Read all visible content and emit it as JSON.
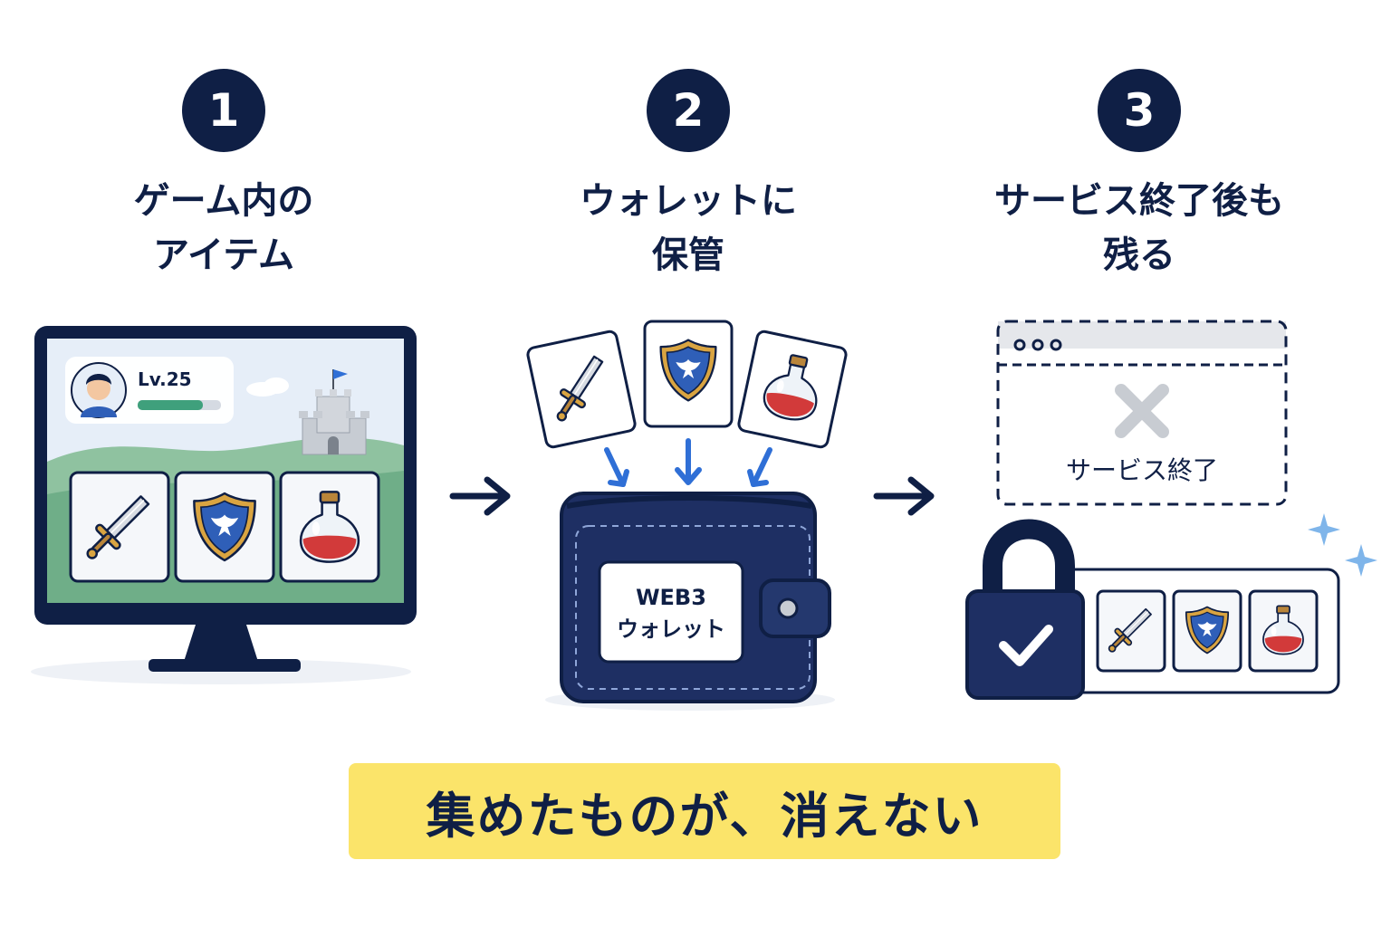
{
  "steps": [
    {
      "number": "1",
      "title_line1": "ゲーム内の",
      "title_line2": "アイテム"
    },
    {
      "number": "2",
      "title_line1": "ウォレットに",
      "title_line2": "保管"
    },
    {
      "number": "3",
      "title_line1": "サービス終了後も",
      "title_line2": "残る"
    }
  ],
  "game_screen": {
    "level": "Lv.25"
  },
  "wallet": {
    "label_line1": "WEB3",
    "label_line2": "ウォレット"
  },
  "service": {
    "ended_text": "サービス終了"
  },
  "caption": "集めたものが、消えない",
  "items": [
    "sword-icon",
    "shield-icon",
    "potion-icon"
  ],
  "colors": {
    "navy": "#0f1f45",
    "blue_accent": "#2f6fd6",
    "caption_bg": "#fbe46a",
    "green_bar": "#3fa07c"
  }
}
